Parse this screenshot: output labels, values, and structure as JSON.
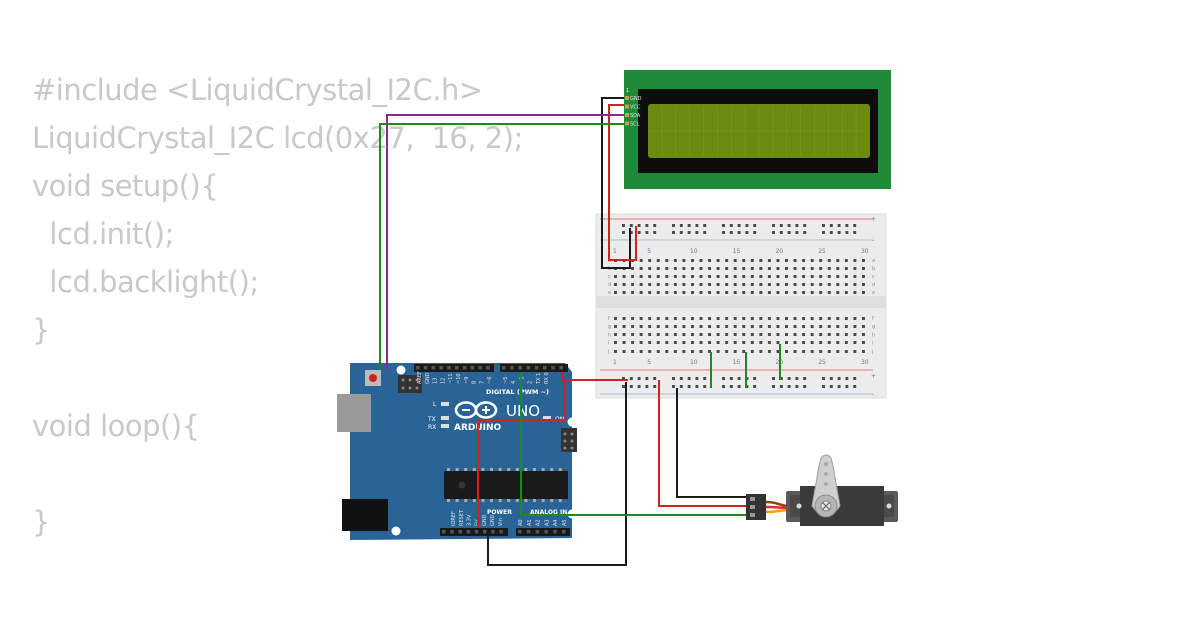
{
  "code": {
    "lines": [
      "#include <LiquidCrystal_I2C.h>",
      "LiquidCrystal_I2C lcd(0x27,  16, 2);",
      "void setup(){",
      "  lcd.init();",
      "  lcd.backlight();",
      "}",
      "",
      "void loop(){",
      "",
      "}"
    ]
  },
  "lcd": {
    "pins": [
      "GND",
      "VCC",
      "SDA",
      "SCL"
    ],
    "pin1_label": "1"
  },
  "breadboard": {
    "column_numbers": [
      "1",
      "5",
      "10",
      "15",
      "20",
      "25",
      "30"
    ],
    "top_rows": [
      "a",
      "b",
      "c",
      "d",
      "e"
    ],
    "bottom_rows": [
      "f",
      "g",
      "h",
      "i",
      "j"
    ],
    "plus": "+",
    "minus": "-"
  },
  "arduino": {
    "name": "ARDUINO",
    "model": "UNO",
    "digital_label": "DIGITAL (PWM ~)",
    "power_label": "POWER",
    "analog_label": "ANALOG IN",
    "on_label": "ON",
    "tx_label": "TX",
    "rx_label": "RX",
    "l_label": "L",
    "digital_pins": [
      "AREF",
      "GND",
      "13",
      "12",
      "~11",
      "~10",
      "~9",
      "8",
      "7",
      "~6",
      "~5",
      "4",
      "~3",
      "2",
      "TX 1",
      "RX 0"
    ],
    "power_pins": [
      "IOREF",
      "RESET",
      "3.3V",
      "5V",
      "GND",
      "GND",
      "Vin"
    ],
    "analog_pins": [
      "A0",
      "A1",
      "A2",
      "A3",
      "A4",
      "A5"
    ]
  },
  "colors": {
    "wire_red": "#d32020",
    "wire_black": "#1a1a1a",
    "wire_green": "#1e8a1e",
    "wire_purple": "#8a2a8a",
    "board_blue": "#2a6496",
    "lcd_green": "#1f8a3a",
    "lcd_screen": "#6b8a10"
  }
}
